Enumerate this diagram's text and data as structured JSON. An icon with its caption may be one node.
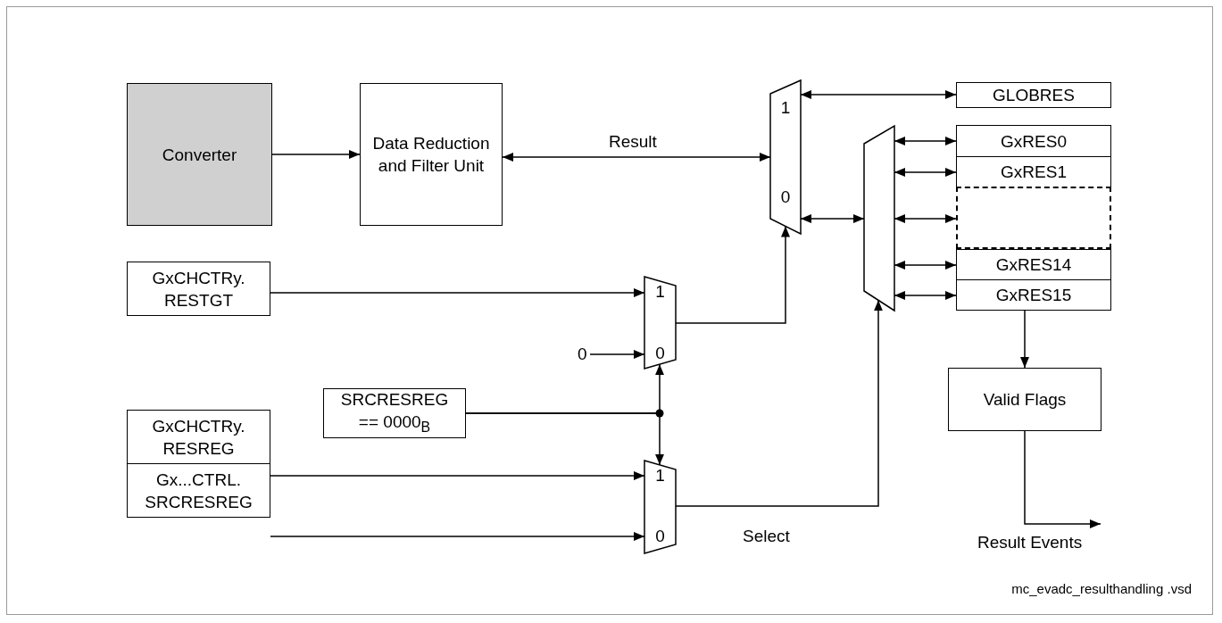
{
  "diagram": {
    "nodes": [
      {
        "text": [
          "Converter"
        ]
      },
      {
        "text": [
          "Data Reduction and Filter Unit"
        ]
      },
      {
        "text": [
          "1",
          "0"
        ]
      },
      {
        "text": [
          "GLOBRES"
        ]
      },
      {
        "text": [],
        "shape": "trapezoid"
      },
      {
        "text": [
          "GxRES0"
        ]
      },
      {
        "text": [
          "GxRES1"
        ]
      },
      {
        "text": [],
        "shape": "box"
      },
      {
        "text": [
          "GxRES14"
        ]
      },
      {
        "text": [
          "GxRES15"
        ]
      },
      {
        "text": [
          "GxCHCTRy. RESTGT"
        ]
      },
      {
        "text": [
          "0"
        ]
      },
      {
        "text": [
          "1",
          "0"
        ]
      },
      {
        "text": [
          "SRCRESREG == 0000$_{B}$"
        ]
      },
      {
        "text": [
          "GxCHCTRy. RESREG"
        ]
      },
      {
        "text": [
          "Gx...CTRL. SRCRESREG"
        ]
      },
      {
        "text": [
          "1",
          "0"
        ]
      },
      {
        "text": [
          "Valid Flags"
        ]
      }
    ],
    "edges": [
      {
        "from": 0,
        "to": 1,
        "arrow": "to"
      },
      {
        "from": 1,
        "to": 2,
        "arrow": "both",
        "label": "Result"
      },
      {
        "from": 2,
        "to": 3,
        "arrow": "both"
      },
      {
        "from": 2,
        "to": 4,
        "arrow": "both"
      },
      {
        "from": 4,
        "to": 5,
        "arrow": "both"
      },
      {
        "from": 4,
        "to": 6,
        "arrow": "both"
      },
      {
        "from": 4,
        "to": 7,
        "arrow": "both"
      },
      {
        "from": 4,
        "to": 8,
        "arrow": "both"
      },
      {
        "from": 4,
        "to": 9,
        "arrow": "both"
      },
      {
        "from": 10,
        "to": 12,
        "arrow": "to"
      },
      {
        "from": 11,
        "to": 12,
        "arrow": "to"
      },
      {
        "from": 12,
        "to": 2,
        "arrow": "to"
      },
      {
        "from": 13,
        "to": 12,
        "arrow": "to"
      },
      {
        "from": 13,
        "to": 16,
        "arrow": "to"
      },
      {
        "from": 14,
        "to": 16,
        "arrow": "to"
      },
      {
        "from": 15,
        "to": 16,
        "arrow": "to"
      },
      {
        "from": 16,
        "to": 4,
        "arrow": "to",
        "label": "Select"
      },
      {
        "from": 9,
        "to": 17,
        "arrow": "to"
      },
      {
        "from": 17,
        "to": null,
        "arrow": "to",
        "label": "Result Events"
      }
    ],
    "labels": [
      "mc_evadc_resulthandling .vsd"
    ]
  }
}
